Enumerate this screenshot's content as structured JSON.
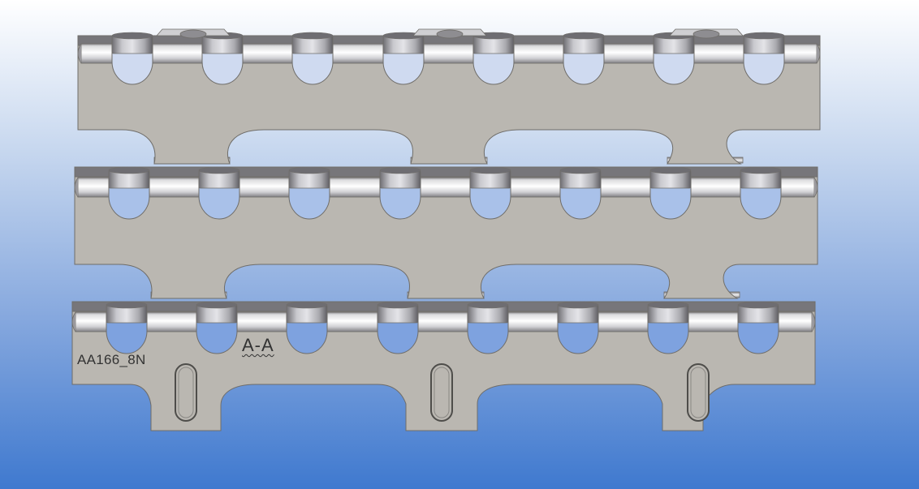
{
  "viewport": {
    "background_top": "#ffffff",
    "background_bottom": "#3f79cf"
  },
  "colors": {
    "plate": "#bab7b1",
    "plate_edge": "#6f6d69",
    "bar_top": "#77767a",
    "bore_light": "#ffffff",
    "bore_shadow": "#8d8c90",
    "cup": "#bcbcc2"
  },
  "drawing": {
    "part_label": "AA166_8N",
    "section_label": "A-A",
    "bore_row_count": 3,
    "holes_per_row": 8,
    "slot_count": 3
  }
}
